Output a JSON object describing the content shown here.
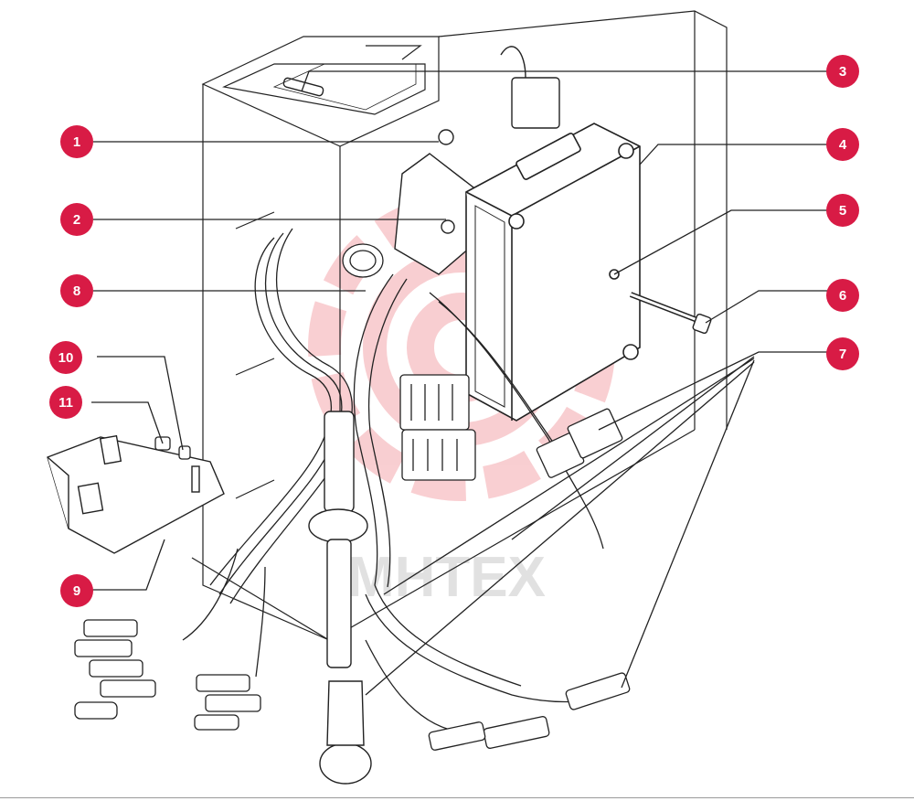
{
  "diagram": {
    "watermark_text": "MHTEX",
    "callout_color": "#d81b45",
    "watermark_color": "#e8545c",
    "callouts": [
      {
        "label": "1"
      },
      {
        "label": "2"
      },
      {
        "label": "3"
      },
      {
        "label": "4"
      },
      {
        "label": "5"
      },
      {
        "label": "6"
      },
      {
        "label": "7"
      },
      {
        "label": "8"
      },
      {
        "label": "9"
      },
      {
        "label": "10"
      },
      {
        "label": "11"
      }
    ]
  }
}
